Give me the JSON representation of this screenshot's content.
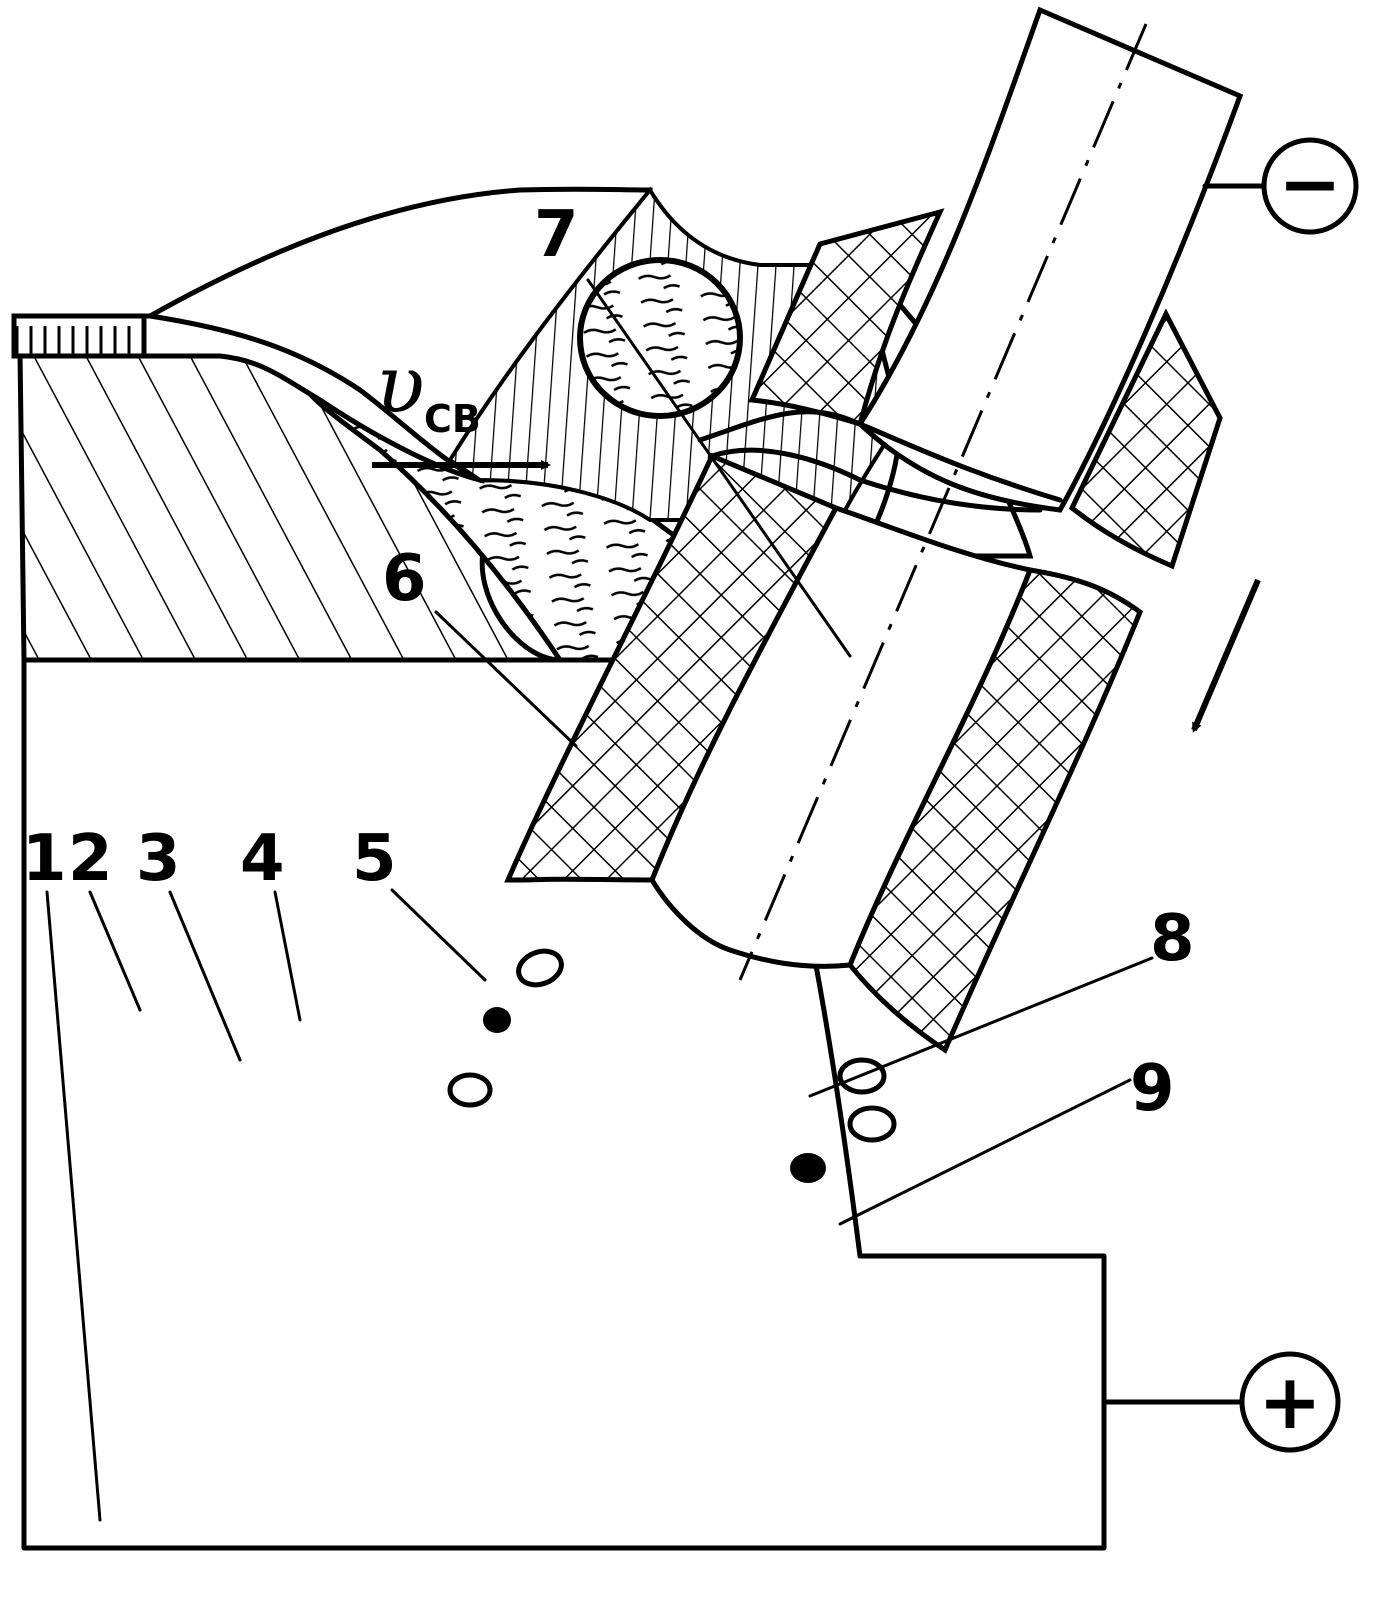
{
  "labels": {
    "l1": "1",
    "l2": "2",
    "l3": "3",
    "l4": "4",
    "l5": "5",
    "l6": "6",
    "l7": "7",
    "l8": "8",
    "l9": "9"
  },
  "speed": {
    "symbol": "υ",
    "subscript": "СВ"
  },
  "terminals": {
    "negative": "−",
    "positive": "+"
  }
}
